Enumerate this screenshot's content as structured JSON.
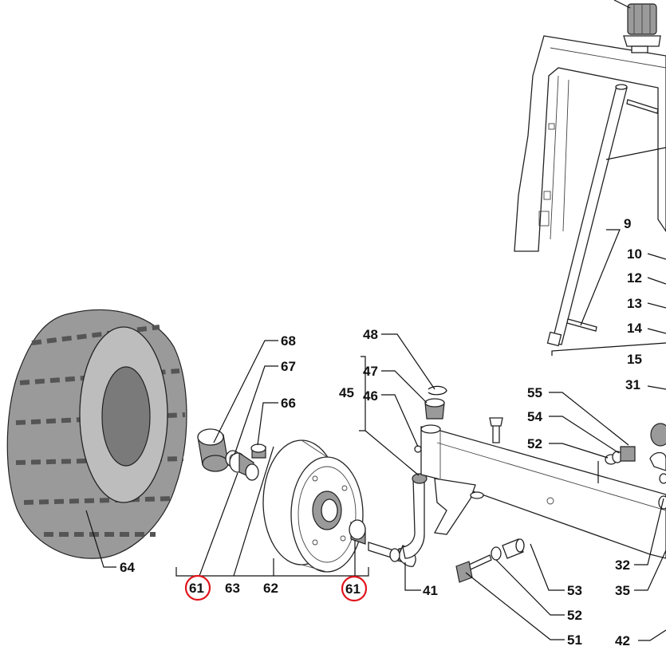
{
  "labels": {
    "l9": "9",
    "l10": "10",
    "l12": "12",
    "l13": "13",
    "l14": "14",
    "l15": "15",
    "l31": "31",
    "l68": "68",
    "l67": "67",
    "l66": "66",
    "l48": "48",
    "l47": "47",
    "l46": "46",
    "l45": "45",
    "l55": "55",
    "l54": "54",
    "l52a": "52",
    "l64": "64",
    "l61a": "61",
    "l63": "63",
    "l62": "62",
    "l61b": "61",
    "l41": "41",
    "l32": "32",
    "l35": "35",
    "l53": "53",
    "l52b": "52",
    "l51": "51",
    "l42": "42"
  },
  "highlight_color": "#e0141c"
}
